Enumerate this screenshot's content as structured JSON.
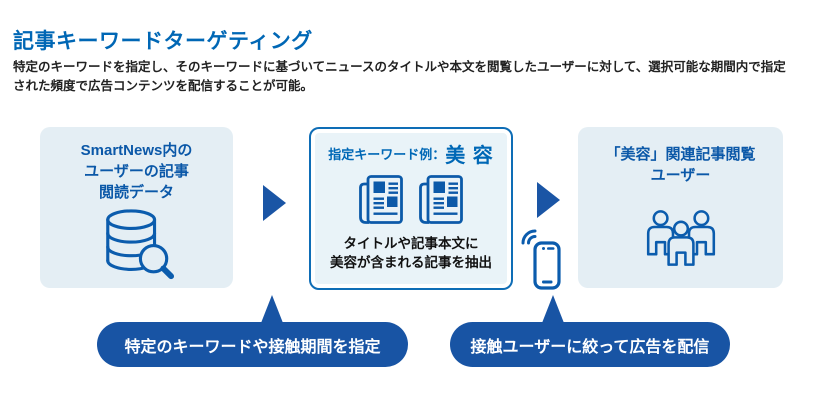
{
  "header": {
    "title": "記事キーワードターゲティング",
    "description_lines": [
      "特定のキーワードを指定し、そのキーワードに基づいてニュースのタイトルや本文を閲覧したユーザーに対して、選択可能な期間内で指定",
      "された頻度で広告コンテンツを配信することが可能。"
    ]
  },
  "flow": {
    "source_box": {
      "title_lines": [
        "SmartNews内の",
        "ユーザーの記事",
        "閲読データ"
      ],
      "icon": "database-search-icon"
    },
    "keyword_box": {
      "label": "指定キーワード例：",
      "keyword": "美 容",
      "icon": "newspaper-icon",
      "caption_lines": [
        "タイトルや記事本文に",
        "美容が含まれる記事を抽出"
      ]
    },
    "audience_box": {
      "title_lines": [
        "「美容」関連記事閲覧",
        "ユーザー"
      ],
      "icon": "users-group-icon"
    },
    "arrow_icon": "right-arrow",
    "phone_icon": "smartphone-broadcast-icon"
  },
  "callouts": {
    "keyword_period": "特定のキーワードや接触期間を指定",
    "ad_delivery": "接触ユーザーに絞って広告を配信"
  },
  "colors": {
    "title_blue": "#0067b5",
    "box_background": "#e4eef4",
    "keyword_box_background": "#e9f3f8",
    "keyword_box_border": "#0e6db6",
    "icon_blue": "#0b5cad",
    "keyword_text_blue": "#0068b6",
    "accent_dark_blue": "#1854a4",
    "caption_black": "#111111"
  }
}
